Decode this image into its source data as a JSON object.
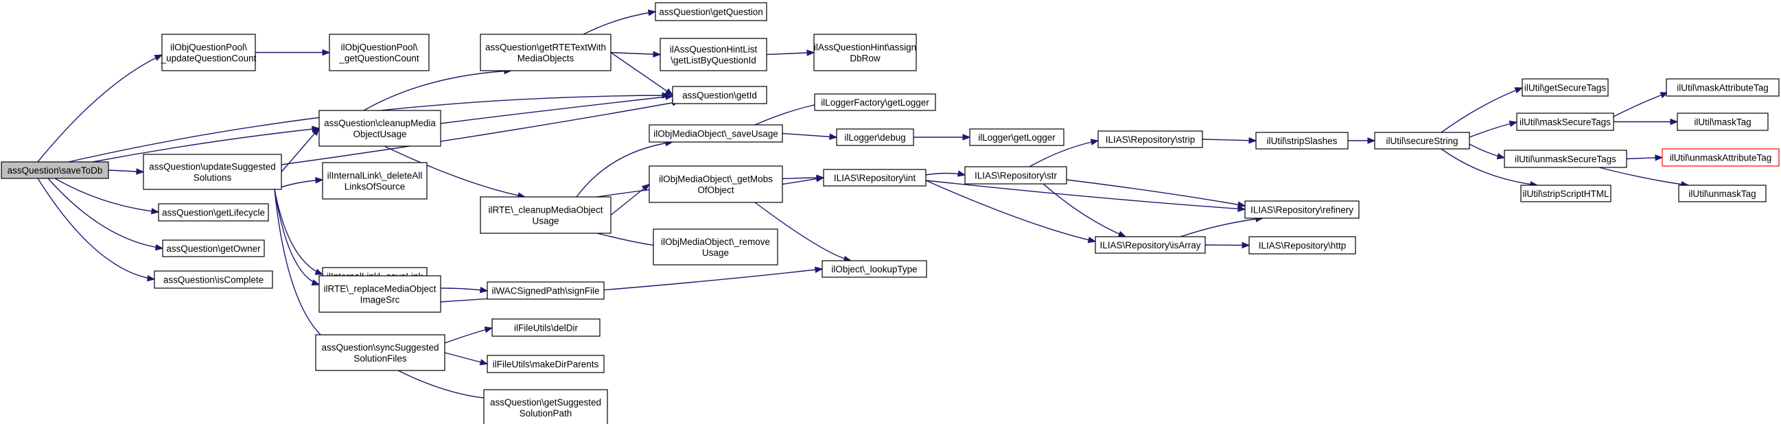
{
  "diagram": {
    "nodes": [
      {
        "id": "root",
        "lines": [
          "assQuestion\\saveToDb"
        ]
      },
      {
        "id": "upd_qc",
        "lines": [
          "ilObjQuestionPool\\",
          "_updateQuestionCount"
        ]
      },
      {
        "id": "get_qc",
        "lines": [
          "ilObjQuestionPool\\",
          "_getQuestionCount"
        ]
      },
      {
        "id": "rte",
        "lines": [
          "assQuestion\\getRTETextWith",
          "MediaObjects"
        ]
      },
      {
        "id": "getq",
        "lines": [
          "assQuestion\\getQuestion"
        ]
      },
      {
        "id": "hintlist",
        "lines": [
          "ilAssQuestionHintList",
          "\\getListByQuestionId"
        ]
      },
      {
        "id": "hintassign",
        "lines": [
          "ilAssQuestionHint\\assign",
          "DbRow"
        ]
      },
      {
        "id": "getid",
        "lines": [
          "assQuestion\\getId"
        ]
      },
      {
        "id": "cleanup",
        "lines": [
          "assQuestion\\cleanupMedia",
          "ObjectUsage"
        ]
      },
      {
        "id": "updsugg",
        "lines": [
          "assQuestion\\updateSuggested",
          "Solutions"
        ]
      },
      {
        "id": "lifecycle",
        "lines": [
          "assQuestion\\getLifecycle"
        ]
      },
      {
        "id": "owner",
        "lines": [
          "assQuestion\\getOwner"
        ]
      },
      {
        "id": "complete",
        "lines": [
          "assQuestion\\isComplete"
        ]
      },
      {
        "id": "il_del",
        "lines": [
          "ilInternalLink\\_deleteAll",
          "LinksOfSource"
        ]
      },
      {
        "id": "il_save",
        "lines": [
          "ilInternalLink\\_saveLink"
        ]
      },
      {
        "id": "rte_repl",
        "lines": [
          "ilRTE\\_replaceMediaObject",
          "ImageSrc"
        ]
      },
      {
        "id": "syncsugg",
        "lines": [
          "assQuestion\\syncSuggested",
          "SolutionFiles"
        ]
      },
      {
        "id": "rte_clean",
        "lines": [
          "ilRTE\\_cleanupMediaObject",
          "Usage"
        ]
      },
      {
        "id": "wac",
        "lines": [
          "ilWACSignedPath\\signFile"
        ]
      },
      {
        "id": "deldir",
        "lines": [
          "ilFileUtils\\delDir"
        ]
      },
      {
        "id": "mkdir",
        "lines": [
          "ilFileUtils\\makeDirParents"
        ]
      },
      {
        "id": "suggpath",
        "lines": [
          "assQuestion\\getSuggested",
          "SolutionPath"
        ]
      },
      {
        "id": "mo_save",
        "lines": [
          "ilObjMediaObject\\_saveUsage"
        ]
      },
      {
        "id": "mo_getmobs",
        "lines": [
          "ilObjMediaObject\\_getMobs",
          "OfObject"
        ]
      },
      {
        "id": "mo_remove",
        "lines": [
          "ilObjMediaObject\\_remove",
          "Usage"
        ]
      },
      {
        "id": "loggerfactory",
        "lines": [
          "ilLoggerFactory\\getLogger"
        ]
      },
      {
        "id": "debug",
        "lines": [
          "ilLogger\\debug"
        ]
      },
      {
        "id": "getlogger",
        "lines": [
          "ilLogger\\getLogger"
        ]
      },
      {
        "id": "int",
        "lines": [
          "ILIAS\\Repository\\int"
        ]
      },
      {
        "id": "lookup",
        "lines": [
          "ilObject\\_lookupType"
        ]
      },
      {
        "id": "str",
        "lines": [
          "ILIAS\\Repository\\str"
        ]
      },
      {
        "id": "strip",
        "lines": [
          "ILIAS\\Repository\\strip"
        ]
      },
      {
        "id": "isarray",
        "lines": [
          "ILIAS\\Repository\\isArray"
        ]
      },
      {
        "id": "refinery",
        "lines": [
          "ILIAS\\Repository\\refinery"
        ]
      },
      {
        "id": "http",
        "lines": [
          "ILIAS\\Repository\\http"
        ]
      },
      {
        "id": "stripslashes",
        "lines": [
          "ilUtil\\stripSlashes"
        ]
      },
      {
        "id": "securestring",
        "lines": [
          "ilUtil\\secureString"
        ]
      },
      {
        "id": "getsecuretags",
        "lines": [
          "ilUtil\\getSecureTags"
        ]
      },
      {
        "id": "masksecuretags",
        "lines": [
          "ilUtil\\maskSecureTags"
        ]
      },
      {
        "id": "unmasksecuretags",
        "lines": [
          "ilUtil\\unmaskSecureTags"
        ]
      },
      {
        "id": "stripscripthtml",
        "lines": [
          "ilUtil\\stripScriptHTML"
        ]
      },
      {
        "id": "maskattr",
        "lines": [
          "ilUtil\\maskAttributeTag"
        ]
      },
      {
        "id": "masktag",
        "lines": [
          "ilUtil\\maskTag"
        ]
      },
      {
        "id": "unmaskattr",
        "lines": [
          "ilUtil\\unmaskAttributeTag"
        ]
      },
      {
        "id": "unmasktag",
        "lines": [
          "ilUtil\\unmaskTag"
        ]
      }
    ],
    "edges": [
      [
        "root",
        "upd_qc"
      ],
      [
        "root",
        "getid"
      ],
      [
        "root",
        "cleanup"
      ],
      [
        "root",
        "updsugg"
      ],
      [
        "root",
        "lifecycle"
      ],
      [
        "root",
        "owner"
      ],
      [
        "root",
        "complete"
      ],
      [
        "upd_qc",
        "get_qc"
      ],
      [
        "rte",
        "getq"
      ],
      [
        "rte",
        "hintlist"
      ],
      [
        "rte",
        "getid"
      ],
      [
        "hintlist",
        "hintassign"
      ],
      [
        "cleanup",
        "rte"
      ],
      [
        "cleanup",
        "getid"
      ],
      [
        "cleanup",
        "rte_clean"
      ],
      [
        "updsugg",
        "cleanup"
      ],
      [
        "updsugg",
        "getid"
      ],
      [
        "updsugg",
        "il_del"
      ],
      [
        "updsugg",
        "il_save"
      ],
      [
        "updsugg",
        "rte_repl"
      ],
      [
        "updsugg",
        "syncsugg"
      ],
      [
        "rte_repl",
        "wac"
      ],
      [
        "rte_repl",
        "lookup"
      ],
      [
        "syncsugg",
        "deldir"
      ],
      [
        "syncsugg",
        "mkdir"
      ],
      [
        "syncsugg",
        "suggpath"
      ],
      [
        "rte_clean",
        "mo_save"
      ],
      [
        "rte_clean",
        "int"
      ],
      [
        "rte_clean",
        "mo_getmobs"
      ],
      [
        "rte_clean",
        "mo_remove"
      ],
      [
        "mo_save",
        "loggerfactory"
      ],
      [
        "mo_save",
        "debug"
      ],
      [
        "debug",
        "getlogger"
      ],
      [
        "mo_getmobs",
        "int"
      ],
      [
        "mo_getmobs",
        "lookup"
      ],
      [
        "int",
        "str"
      ],
      [
        "int",
        "refinery"
      ],
      [
        "int",
        "isarray"
      ],
      [
        "str",
        "strip"
      ],
      [
        "str",
        "refinery"
      ],
      [
        "str",
        "isarray"
      ],
      [
        "strip",
        "stripslashes"
      ],
      [
        "stripslashes",
        "securestring"
      ],
      [
        "isarray",
        "refinery"
      ],
      [
        "isarray",
        "http"
      ],
      [
        "securestring",
        "getsecuretags"
      ],
      [
        "securestring",
        "masksecuretags"
      ],
      [
        "securestring",
        "unmasksecuretags"
      ],
      [
        "securestring",
        "stripscripthtml"
      ],
      [
        "masksecuretags",
        "maskattr"
      ],
      [
        "masksecuretags",
        "masktag"
      ],
      [
        "unmasksecuretags",
        "unmaskattr"
      ],
      [
        "unmasksecuretags",
        "unmasktag"
      ]
    ]
  }
}
